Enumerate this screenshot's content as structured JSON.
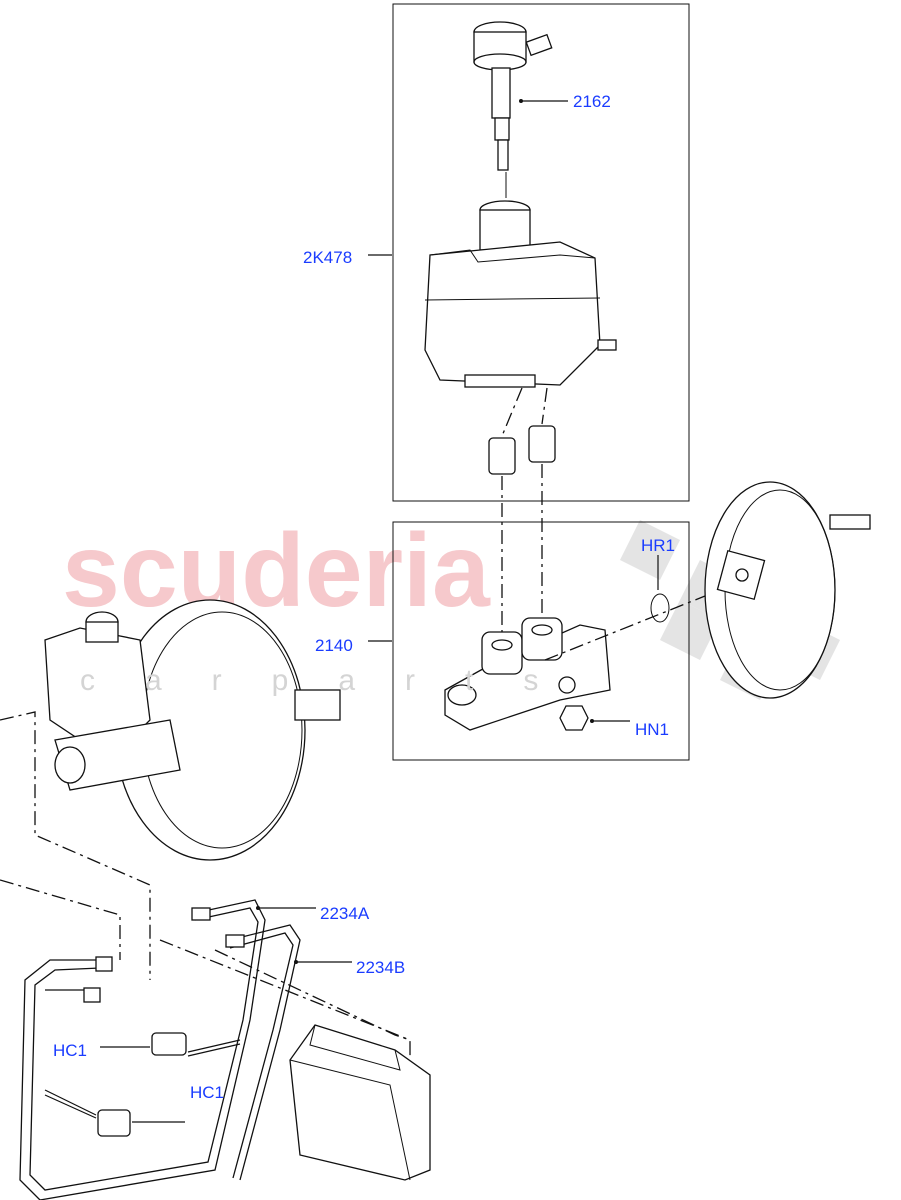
{
  "watermark": {
    "main": "scuderia",
    "sub": "carparts"
  },
  "callouts": [
    {
      "id": "2162",
      "label": "2162"
    },
    {
      "id": "2K478",
      "label": "2K478"
    },
    {
      "id": "2140",
      "label": "2140"
    },
    {
      "id": "HR1",
      "label": "HR1"
    },
    {
      "id": "HN1",
      "label": "HN1"
    },
    {
      "id": "2234A",
      "label": "2234A"
    },
    {
      "id": "2234B",
      "label": "2234B"
    },
    {
      "id": "HC1a",
      "label": "HC1"
    },
    {
      "id": "HC1b",
      "label": "HC1"
    }
  ],
  "colors": {
    "callout": "#1a3cff",
    "watermark": "#f6c9cc",
    "line": "#111111"
  }
}
